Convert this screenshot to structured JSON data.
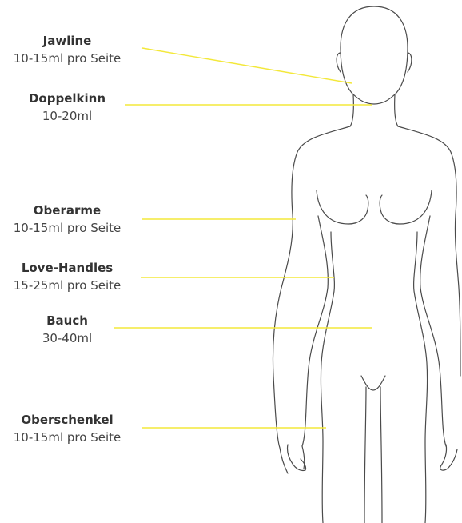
{
  "colors": {
    "leader_line": "#f3e83a",
    "outline": "#4a4a4a",
    "text": "#3a3a3a"
  },
  "zones": [
    {
      "name": "Jawline",
      "amount": "10-15ml pro Seite"
    },
    {
      "name": "Doppelkinn",
      "amount": "10-20ml"
    },
    {
      "name": "Oberarme",
      "amount": "10-15ml pro Seite"
    },
    {
      "name": "Love-Handles",
      "amount": "15-25ml pro Seite"
    },
    {
      "name": "Bauch",
      "amount": "30-40ml"
    },
    {
      "name": "Oberschenkel",
      "amount": "10-15ml pro Seite"
    }
  ]
}
